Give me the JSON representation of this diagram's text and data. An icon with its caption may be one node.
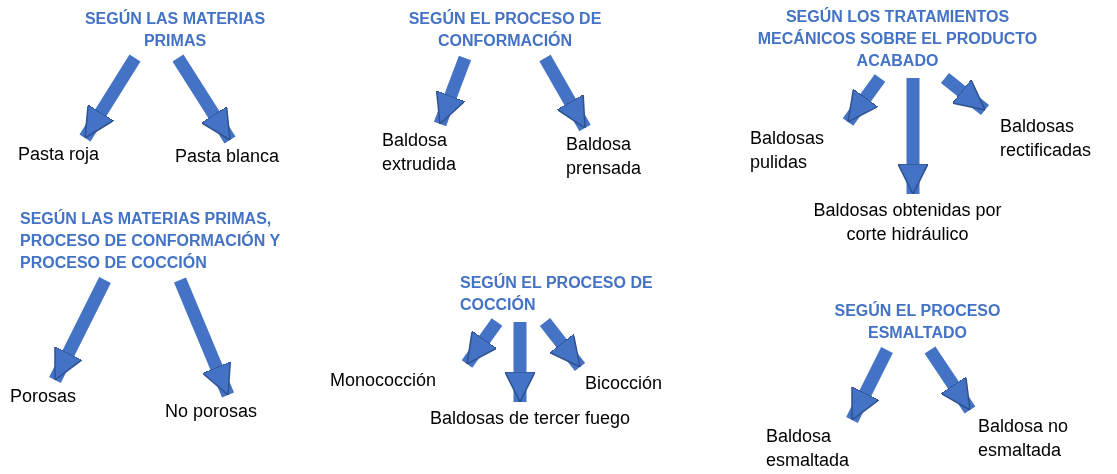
{
  "diagram": {
    "nodes": [
      {
        "text": [
          "SEGÚN LAS MATERIAS PRIMAS"
        ]
      },
      {
        "text": [
          "Pasta roja"
        ]
      },
      {
        "text": [
          "Pasta blanca"
        ]
      },
      {
        "text": [
          "SEGÚN EL PROCESO DE CONFORMACIÓN"
        ]
      },
      {
        "text": [
          "Baldosa extrudida"
        ]
      },
      {
        "text": [
          "Baldosa prensada"
        ]
      },
      {
        "text": [
          "SEGÚN LOS TRATAMIENTOS MECÁNICOS SOBRE EL PRODUCTO ACABADO"
        ]
      },
      {
        "text": [
          "Baldosas pulidas"
        ]
      },
      {
        "text": [
          "Baldosas rectificadas"
        ]
      },
      {
        "text": [
          "Baldosas obtenidas por corte hidráulico"
        ]
      },
      {
        "text": [
          "SEGÚN LAS MATERIAS PRIMAS, PROCESO DE CONFORMACIÓN Y PROCESO DE COCCIÓN"
        ]
      },
      {
        "text": [
          "Porosas"
        ]
      },
      {
        "text": [
          "No porosas"
        ]
      },
      {
        "text": [
          "SEGÚN EL PROCESO DE COCCIÓN"
        ]
      },
      {
        "text": [
          "Monococción"
        ]
      },
      {
        "text": [
          "Bicocción"
        ]
      },
      {
        "text": [
          "Baldosas de tercer fuego"
        ]
      },
      {
        "text": [
          "SEGÚN EL PROCESO ESMALTADO"
        ]
      },
      {
        "text": [
          "Baldosa esmaltada"
        ]
      },
      {
        "text": [
          "Baldosa no esmaltada"
        ]
      }
    ],
    "edges": [
      {
        "from": 0,
        "to": 1,
        "arrow": "to"
      },
      {
        "from": 0,
        "to": 2,
        "arrow": "to"
      },
      {
        "from": 3,
        "to": 4,
        "arrow": "to"
      },
      {
        "from": 3,
        "to": 5,
        "arrow": "to"
      },
      {
        "from": 6,
        "to": 7,
        "arrow": "to"
      },
      {
        "from": 6,
        "to": 9,
        "arrow": "to"
      },
      {
        "from": 6,
        "to": 8,
        "arrow": "to"
      },
      {
        "from": 10,
        "to": 11,
        "arrow": "to"
      },
      {
        "from": 10,
        "to": 12,
        "arrow": "to"
      },
      {
        "from": 13,
        "to": 14,
        "arrow": "to"
      },
      {
        "from": 13,
        "to": 16,
        "arrow": "to"
      },
      {
        "from": 13,
        "to": 15,
        "arrow": "to"
      },
      {
        "from": 17,
        "to": 18,
        "arrow": "to"
      },
      {
        "from": 17,
        "to": 19,
        "arrow": "to"
      }
    ]
  }
}
